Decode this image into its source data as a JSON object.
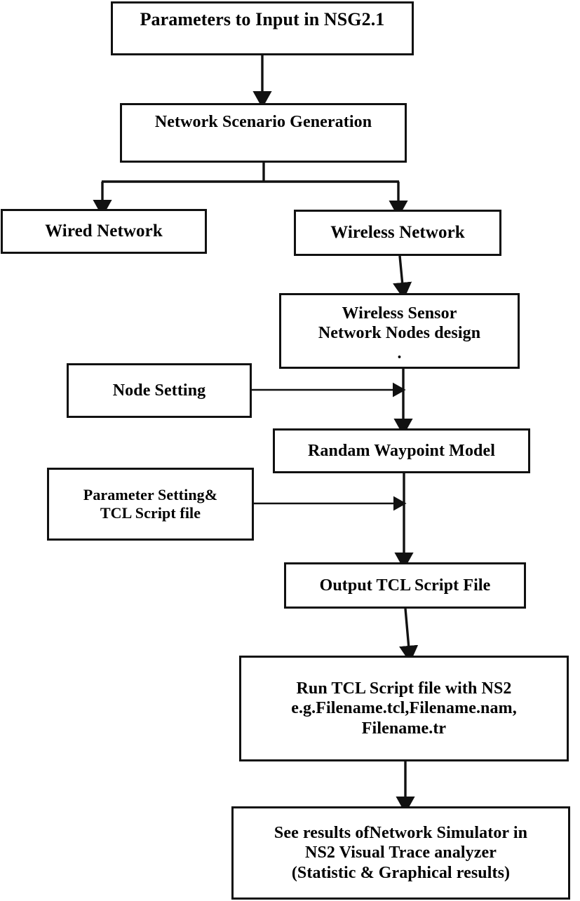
{
  "diagram": {
    "title": "NSG2.1 Wireless Sensor Network Simulation Workflow",
    "type": "flowchart",
    "orientation": "top-to-bottom",
    "stroke_color": "#111111",
    "fill_color": "#ffffff",
    "text_color": "#000000",
    "nodes": [
      {
        "id": "parameters-input",
        "label": "Parameters to Input in NSG2.1",
        "shape": "rectangle"
      },
      {
        "id": "scenario-generation",
        "label": "Network Scenario Generation",
        "shape": "rectangle"
      },
      {
        "id": "wired-network",
        "label": "Wired Network",
        "shape": "rectangle"
      },
      {
        "id": "wireless-network",
        "label": "Wireless Network",
        "shape": "rectangle"
      },
      {
        "id": "wsn-nodes-design",
        "label": "Wireless Sensor\nNetwork Nodes design\n.",
        "shape": "rectangle"
      },
      {
        "id": "node-setting",
        "label": "Node Setting",
        "shape": "rectangle"
      },
      {
        "id": "randam-waypoint",
        "label": "Randam Waypoint Model",
        "shape": "rectangle"
      },
      {
        "id": "parameter-setting",
        "label": "Parameter Setting&\nTCL  Script file",
        "shape": "rectangle"
      },
      {
        "id": "output-tcl",
        "label": "Output TCL Script File",
        "shape": "rectangle"
      },
      {
        "id": "run-tcl",
        "label": "Run TCL Script file with NS2\ne.g.Filename.tcl,Filename.nam,\nFilename.tr",
        "shape": "rectangle"
      },
      {
        "id": "see-results",
        "label": "See results ofNetwork Simulator in\nNS2 Visual Trace analyzer\n(Statistic & Graphical results)",
        "shape": "rectangle"
      }
    ],
    "edges": [
      {
        "from": "parameters-input",
        "to": "scenario-generation",
        "style": "straight-down",
        "arrow": "filled-triangle"
      },
      {
        "from": "scenario-generation",
        "to": "wired-network",
        "style": "split-branch-left",
        "arrow": "filled-triangle"
      },
      {
        "from": "scenario-generation",
        "to": "wireless-network",
        "style": "split-branch-right",
        "arrow": "filled-triangle"
      },
      {
        "from": "wireless-network",
        "to": "wsn-nodes-design",
        "style": "straight-down",
        "arrow": "filled-triangle"
      },
      {
        "from": "wsn-nodes-design",
        "to": "randam-waypoint",
        "style": "straight-down",
        "arrow": "filled-triangle"
      },
      {
        "from": "node-setting",
        "to": "wsn-nodes-design-outlet",
        "style": "horizontal-right",
        "arrow": "filled-triangle"
      },
      {
        "from": "randam-waypoint",
        "to": "output-tcl",
        "style": "straight-down",
        "arrow": "filled-triangle"
      },
      {
        "from": "parameter-setting",
        "to": "randam-waypoint-outlet",
        "style": "horizontal-right",
        "arrow": "filled-triangle"
      },
      {
        "from": "output-tcl",
        "to": "run-tcl",
        "style": "straight-down",
        "arrow": "filled-triangle"
      },
      {
        "from": "run-tcl",
        "to": "see-results",
        "style": "straight-down",
        "arrow": "filled-triangle"
      }
    ]
  }
}
